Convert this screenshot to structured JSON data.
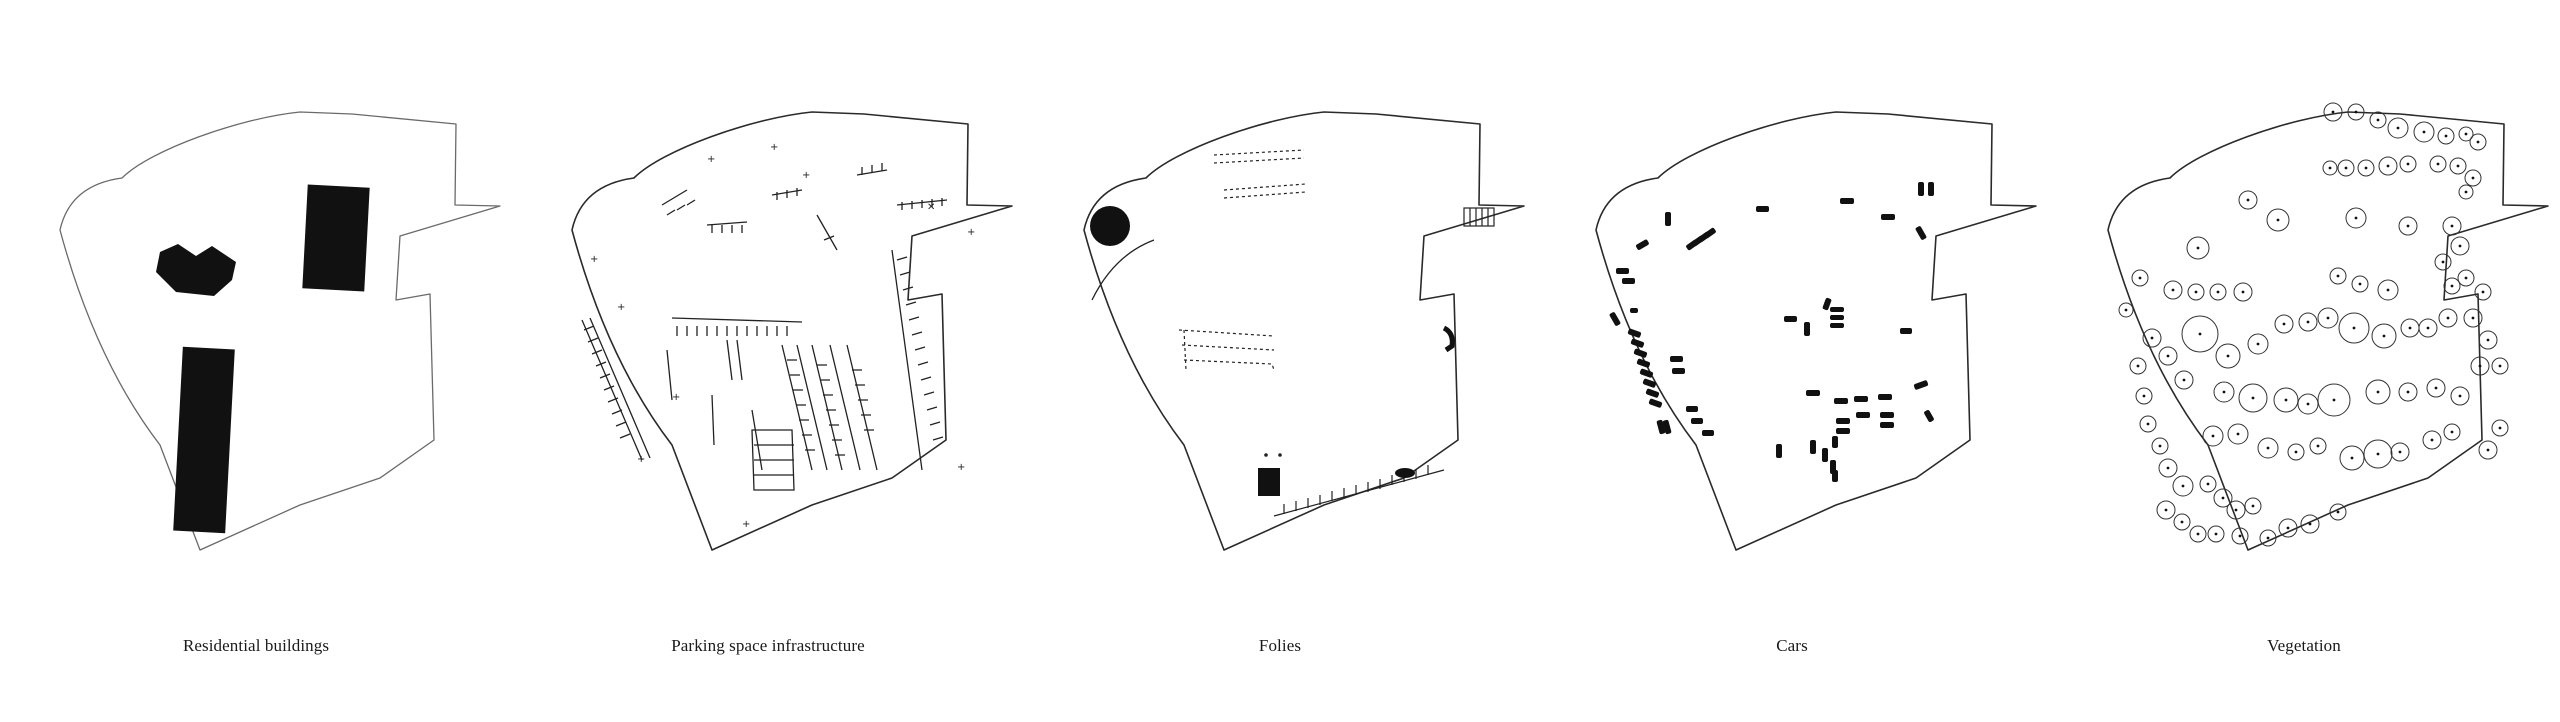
{
  "panels": [
    {
      "caption": "Residential buildings"
    },
    {
      "caption": "Parking space infrastructure"
    },
    {
      "caption": "Folies"
    },
    {
      "caption": "Cars"
    },
    {
      "caption": "Vegetation"
    }
  ],
  "colors": {
    "ink": "#111111",
    "outline": "#2a2a2a",
    "background": "#ffffff"
  }
}
